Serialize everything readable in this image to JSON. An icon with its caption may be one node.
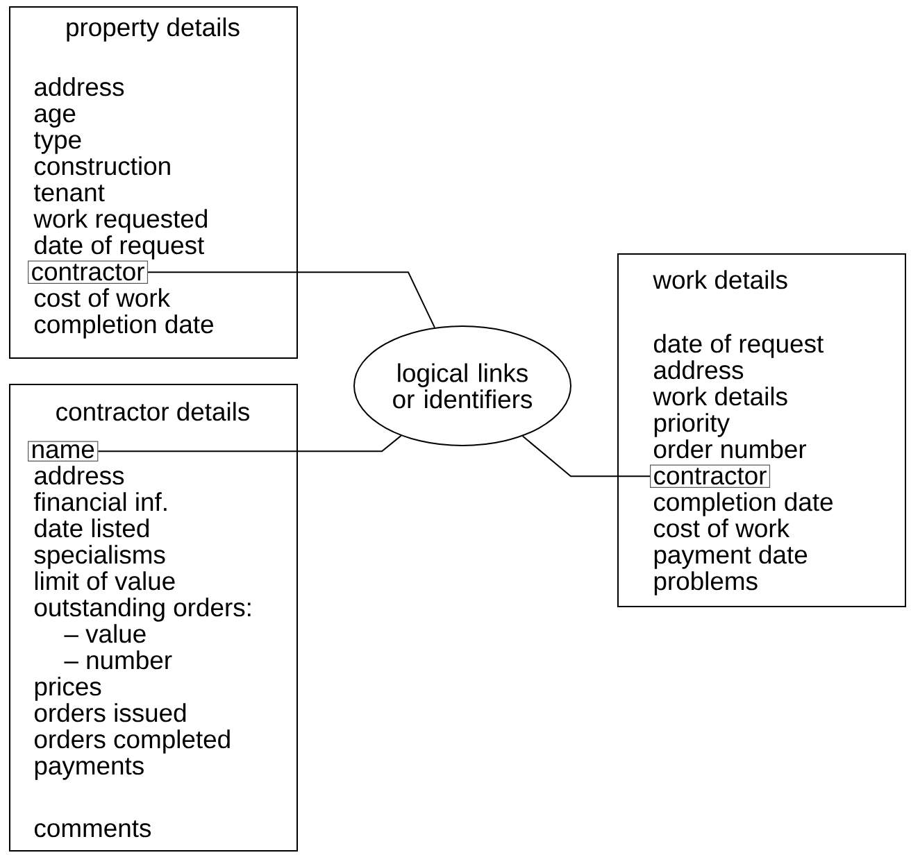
{
  "diagram": {
    "nodes": [
      {
        "text": [
          "property details",
          "address",
          "age",
          "type",
          "construction",
          "tenant",
          "work requested",
          "date of request",
          "cost of work",
          "completion date"
        ]
      },
      {
        "text": [
          "contractor"
        ],
        "in": 0
      },
      {
        "text": [
          "contractor details",
          "address",
          "financial inf.",
          "date listed",
          "specialisms",
          "limit of value",
          "outstanding orders:",
          "– value",
          "– number",
          "prices",
          "orders issued",
          "orders completed",
          "payments",
          "comments"
        ]
      },
      {
        "text": [
          "name"
        ],
        "in": 2
      },
      {
        "text": [
          "logical links or identifiers"
        ]
      },
      {
        "text": [
          "work details",
          "date of request",
          "address",
          "work details",
          "priority",
          "order number",
          "completion date",
          "cost of work",
          "payment date",
          "problems"
        ]
      },
      {
        "text": [
          "contractor"
        ],
        "in": 5
      }
    ],
    "edges": [
      {
        "from": 1,
        "to": 4,
        "arrow": "none"
      },
      {
        "from": 3,
        "to": 4,
        "arrow": "none"
      },
      {
        "from": 4,
        "to": 6,
        "arrow": "none"
      }
    ]
  }
}
